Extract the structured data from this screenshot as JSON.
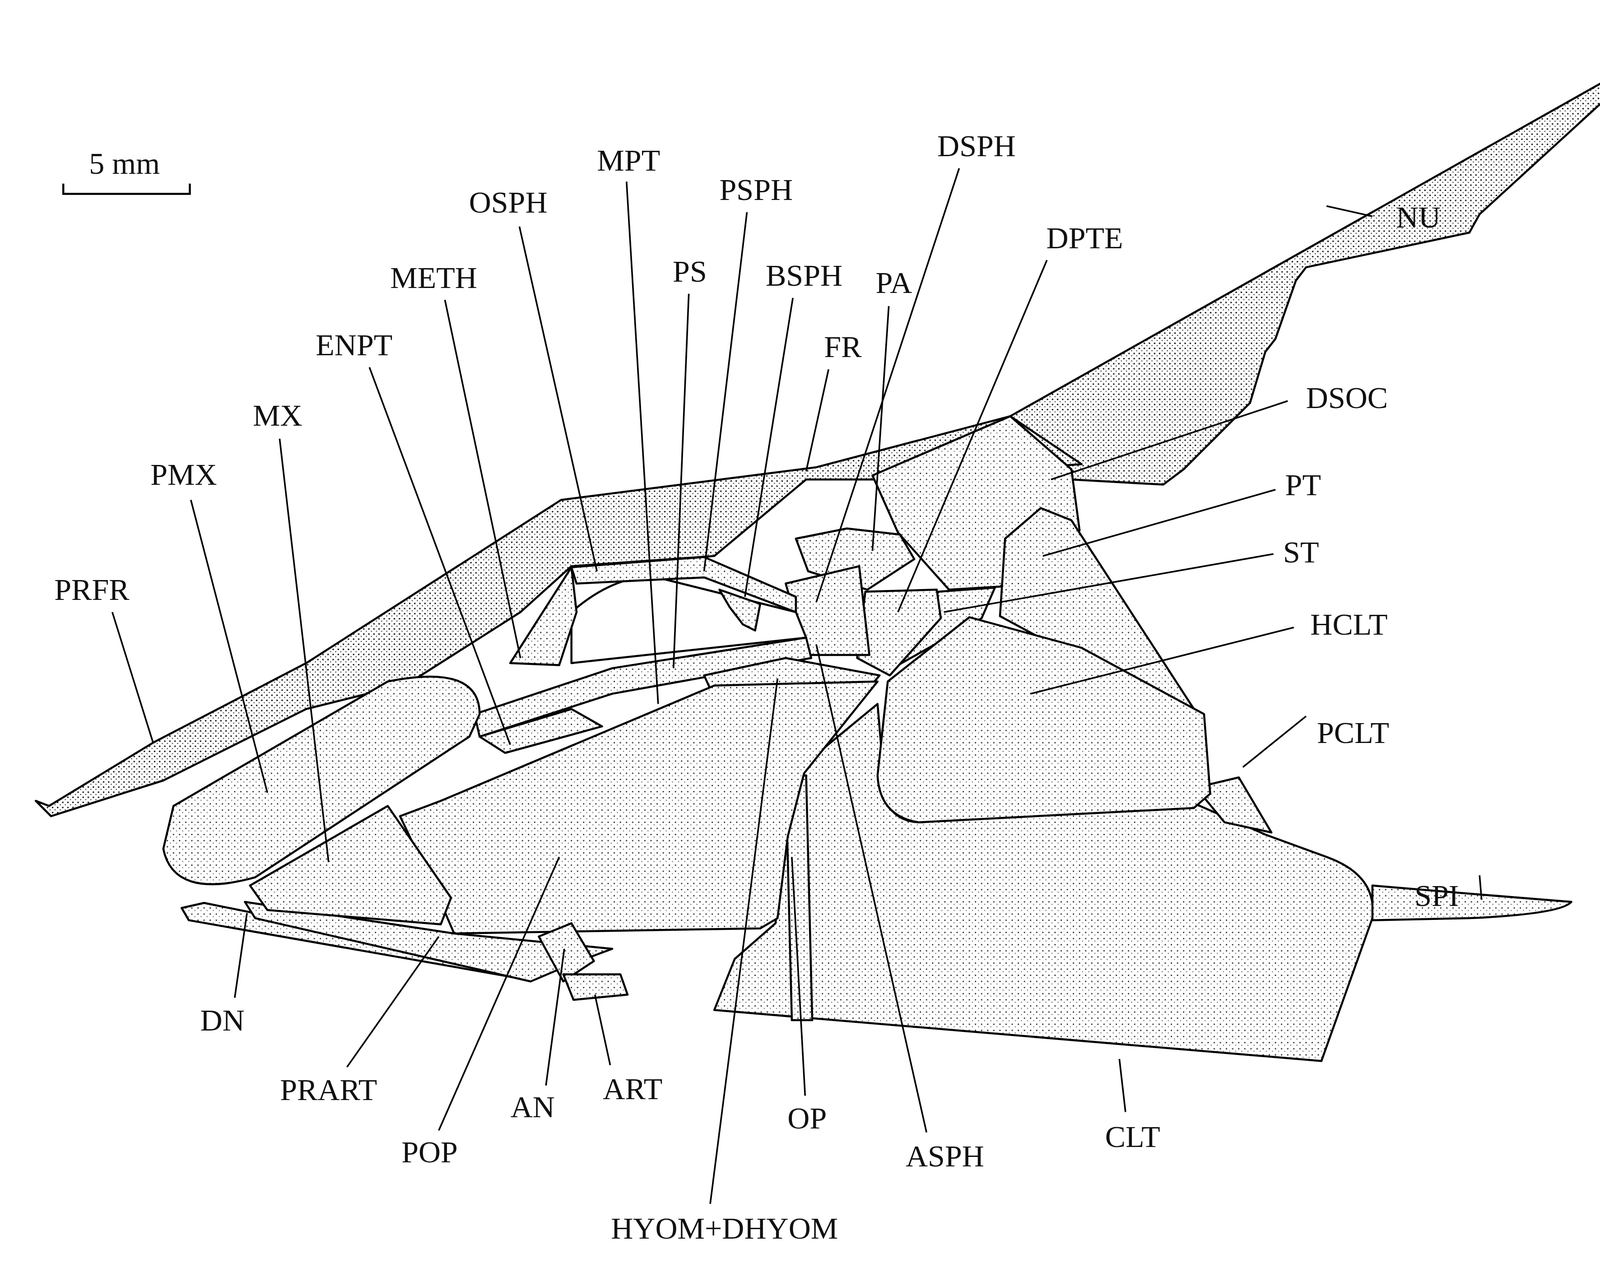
{
  "diagram": {
    "labels": [
      "5 mm",
      "MPT",
      "DSPH",
      "PSPH",
      "OSPH",
      "DPTE",
      "NU",
      "PS",
      "BSPH",
      "METH",
      "PA",
      "ENPT",
      "FR",
      "MX",
      "DSOC",
      "PMX",
      "PT",
      "ST",
      "PRFR",
      "HCLT",
      "PCLT",
      "SPI",
      "DN",
      "PRART",
      "ART",
      "AN",
      "OP",
      "CLT",
      "POP",
      "ASPH",
      "HYOM+DHYOM"
    ]
  }
}
